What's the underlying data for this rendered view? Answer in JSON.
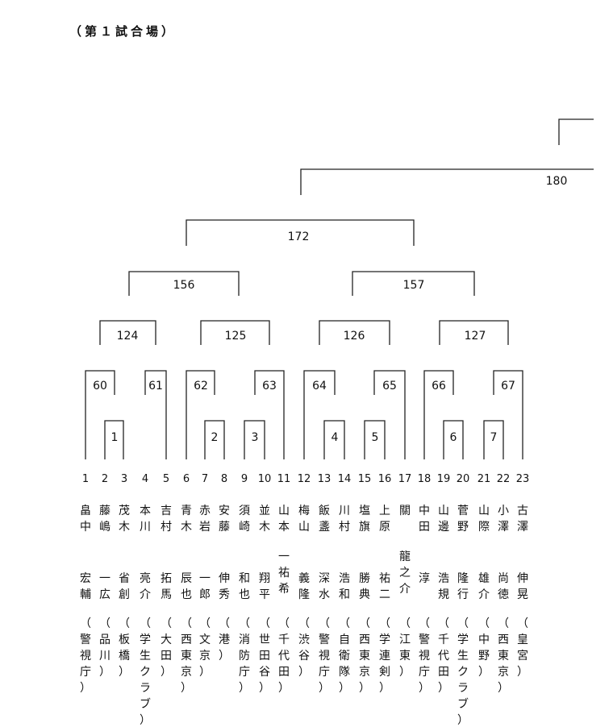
{
  "header": "（第１試合場）",
  "final_match": "180",
  "match_numbers": {
    "m1": "1",
    "m2": "2",
    "m3": "3",
    "m4": "4",
    "m5": "5",
    "m6": "6",
    "m7": "7",
    "m60": "60",
    "m61": "61",
    "m62": "62",
    "m63": "63",
    "m64": "64",
    "m65": "65",
    "m66": "66",
    "m67": "67",
    "m124": "124",
    "m125": "125",
    "m126": "126",
    "m127": "127",
    "m156": "156",
    "m157": "157",
    "m172": "172"
  },
  "players": [
    {
      "seed": "1",
      "surname": [
        "畠",
        "中"
      ],
      "given": [
        "宏",
        "輔"
      ],
      "affiliation": "（警視庁）"
    },
    {
      "seed": "2",
      "surname": [
        "藤",
        "嶋"
      ],
      "given": [
        "一",
        "広"
      ],
      "affiliation": "（品川）"
    },
    {
      "seed": "3",
      "surname": [
        "茂",
        "木"
      ],
      "given": [
        "省",
        "創"
      ],
      "affiliation": "（板橋）"
    },
    {
      "seed": "4",
      "surname": [
        "本",
        "川"
      ],
      "given": [
        "亮",
        "介"
      ],
      "affiliation": "（学生クラブ）"
    },
    {
      "seed": "5",
      "surname": [
        "吉",
        "村"
      ],
      "given": [
        "拓",
        "馬"
      ],
      "affiliation": "（大田）"
    },
    {
      "seed": "6",
      "surname": [
        "青",
        "木"
      ],
      "given": [
        "辰",
        "也"
      ],
      "affiliation": "（西東京）"
    },
    {
      "seed": "7",
      "surname": [
        "赤",
        "岩"
      ],
      "given": [
        "一",
        "郎"
      ],
      "affiliation": "（文京）"
    },
    {
      "seed": "8",
      "surname": [
        "安",
        "藤"
      ],
      "given": [
        "伸",
        "秀"
      ],
      "affiliation": "（港）"
    },
    {
      "seed": "9",
      "surname": [
        "須",
        "崎"
      ],
      "given": [
        "和",
        "也"
      ],
      "affiliation": "（消防庁）"
    },
    {
      "seed": "10",
      "surname": [
        "並",
        "木"
      ],
      "given": [
        "翔",
        "平"
      ],
      "affiliation": "（世田谷）"
    },
    {
      "seed": "11",
      "surname": [
        "山",
        "本"
      ],
      "given": [
        "一",
        "祐",
        "希"
      ],
      "affiliation": "（千代田）"
    },
    {
      "seed": "12",
      "surname": [
        "梅",
        "山"
      ],
      "given": [
        "義",
        "隆"
      ],
      "affiliation": "（渋谷）"
    },
    {
      "seed": "13",
      "surname": [
        "飯",
        "盞"
      ],
      "given": [
        "深",
        "水"
      ],
      "affiliation": "（警視庁）"
    },
    {
      "seed": "14",
      "surname": [
        "川",
        "村"
      ],
      "given": [
        "浩",
        "和"
      ],
      "affiliation": "（自衛隊）"
    },
    {
      "seed": "15",
      "surname": [
        "塩",
        "旗"
      ],
      "given": [
        "勝",
        "典"
      ],
      "affiliation": "（西東京）"
    },
    {
      "seed": "16",
      "surname": [
        "上",
        "原"
      ],
      "given": [
        "祐",
        "二"
      ],
      "affiliation": "（学連剣）"
    },
    {
      "seed": "17",
      "surname": [
        "關"
      ],
      "given": [
        "龍",
        "之",
        "介"
      ],
      "affiliation": "（江東）"
    },
    {
      "seed": "18",
      "surname": [
        "中",
        "田"
      ],
      "given": [
        "淳"
      ],
      "affiliation": "（警視庁）"
    },
    {
      "seed": "19",
      "surname": [
        "山",
        "邊"
      ],
      "given": [
        "浩",
        "規"
      ],
      "affiliation": "（千代田）"
    },
    {
      "seed": "20",
      "surname": [
        "菅",
        "野"
      ],
      "given": [
        "隆",
        "行"
      ],
      "affiliation": "（学生クラブ）"
    },
    {
      "seed": "21",
      "surname": [
        "山",
        "際"
      ],
      "given": [
        "雄",
        "介"
      ],
      "affiliation": "（中野）"
    },
    {
      "seed": "22",
      "surname": [
        "小",
        "澤"
      ],
      "given": [
        "尚",
        "徳"
      ],
      "affiliation": "（西東京）"
    },
    {
      "seed": "23",
      "surname": [
        "古",
        "澤"
      ],
      "given": [
        "伸",
        "晃"
      ],
      "affiliation": "（皇宮）"
    }
  ]
}
